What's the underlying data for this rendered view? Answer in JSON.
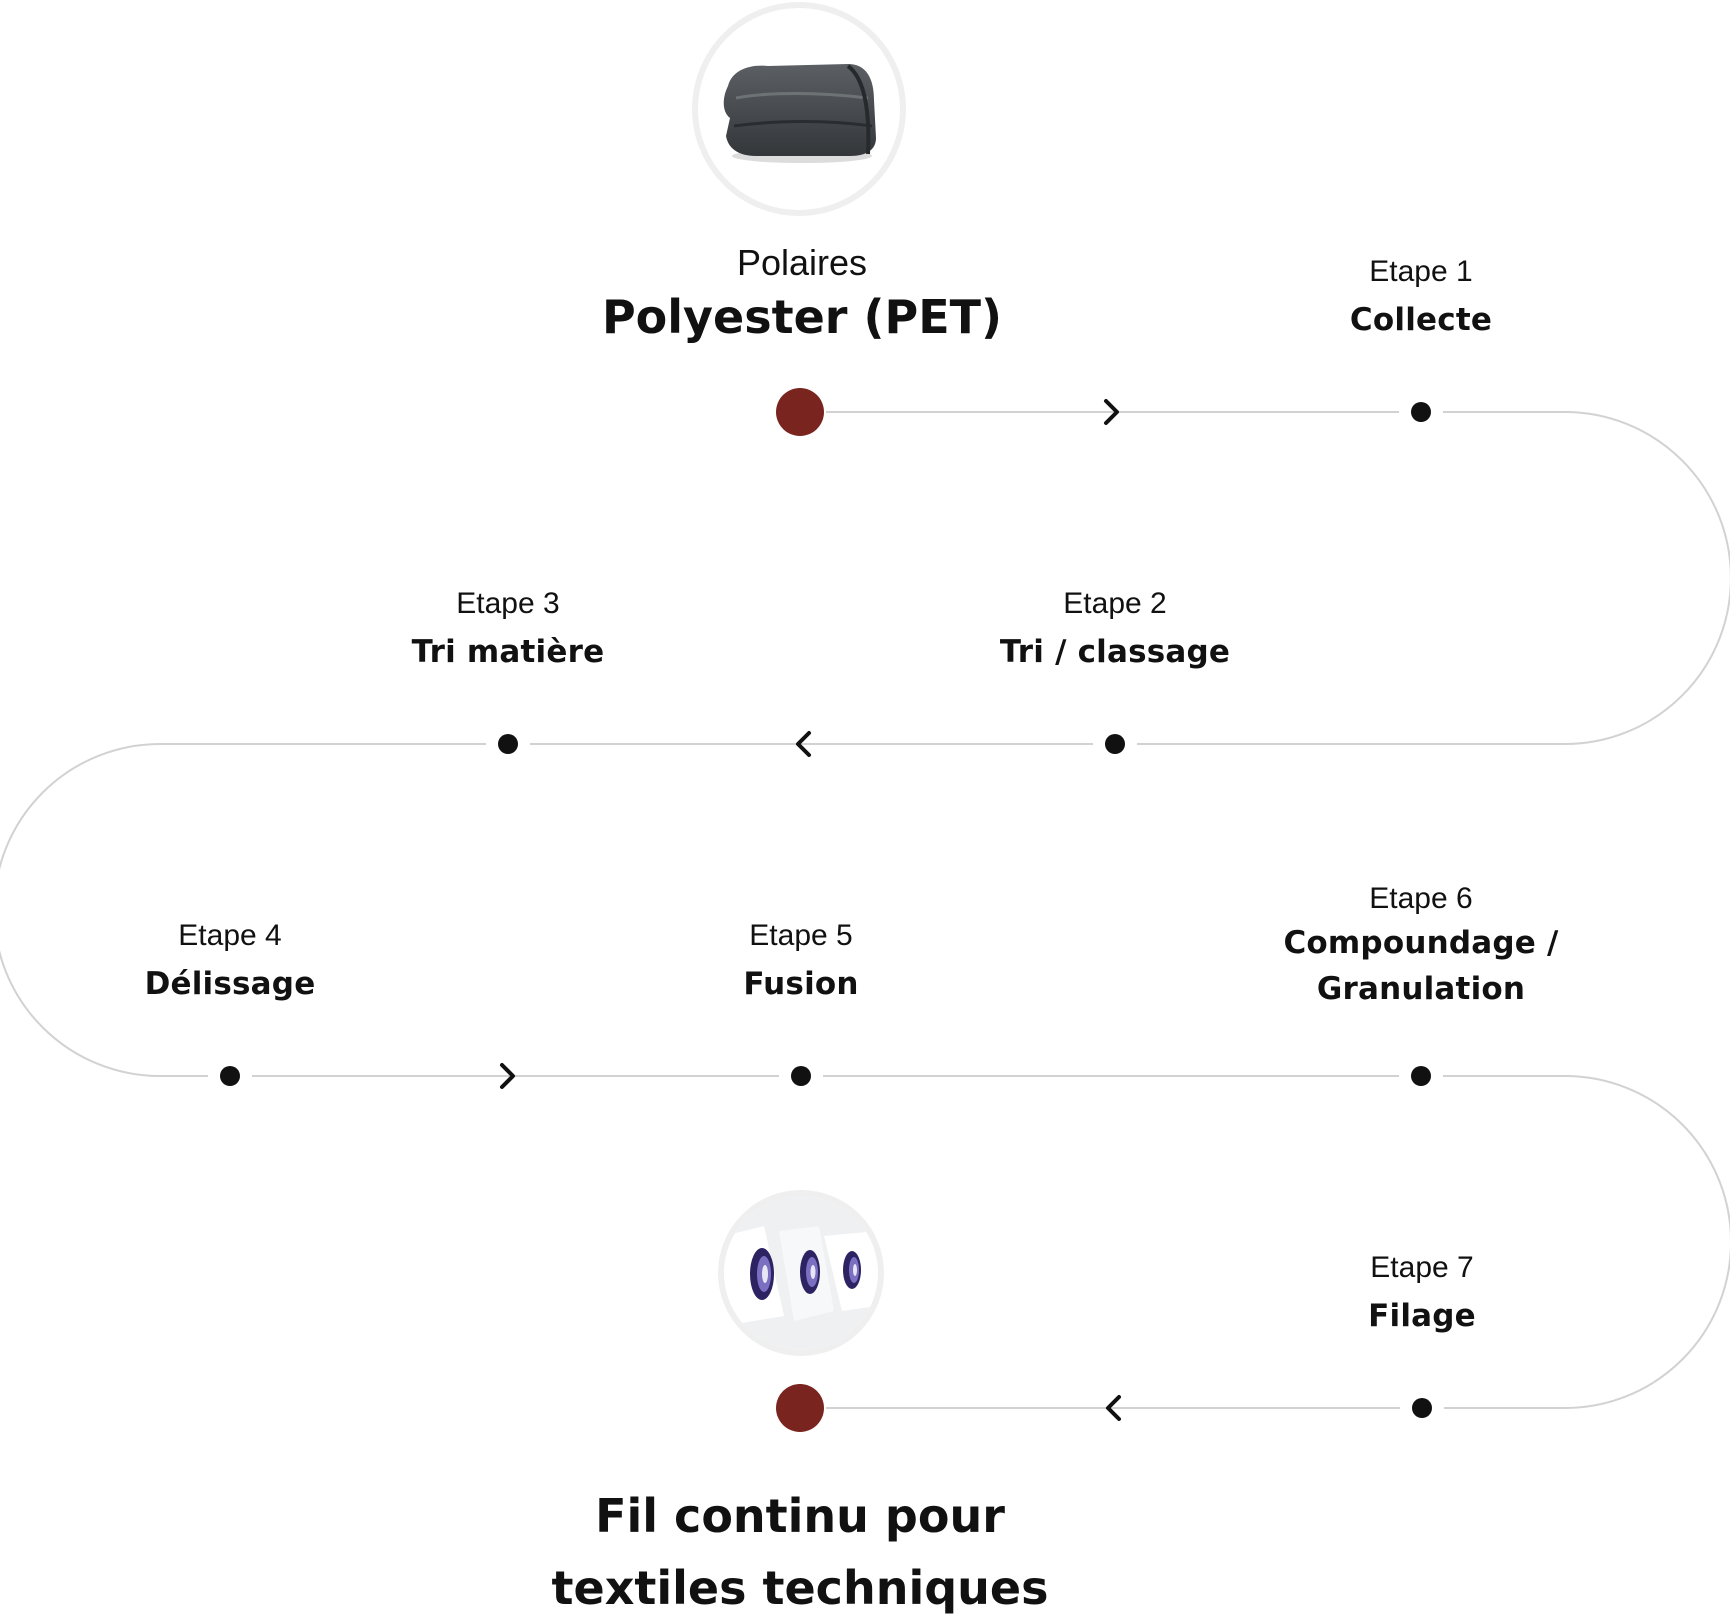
{
  "source": {
    "type": "Polaires",
    "material": "Polyester (PET)",
    "image": "fleece-fabric-image"
  },
  "steps": [
    {
      "number": "Etape 1",
      "name": "Collecte"
    },
    {
      "number": "Etape 2",
      "name": "Tri / classage"
    },
    {
      "number": "Etape 3",
      "name": "Tri matière"
    },
    {
      "number": "Etape 4",
      "name": "Délissage"
    },
    {
      "number": "Etape 5",
      "name": "Fusion"
    },
    {
      "number": "Etape 6",
      "name": "Compoundage / Granulation"
    },
    {
      "number": "Etape 7",
      "name": "Filage"
    }
  ],
  "result": {
    "name": "Fil continu pour textiles techniques",
    "image": "yarn-spools-image"
  },
  "colors": {
    "endpoint": "#7a2420",
    "node": "#111111",
    "track": "#d2d2d2",
    "photo_ring": "#efefef"
  },
  "icons": {
    "direction": "chevron-icon"
  }
}
